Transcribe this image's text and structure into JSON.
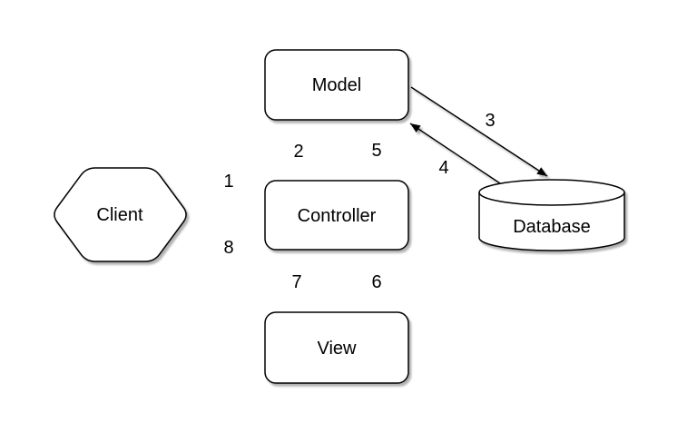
{
  "diagram": {
    "type": "flowchart",
    "colors": {
      "background": "#ffffff",
      "fill": "#ffffff",
      "stroke": "#000000",
      "text": "#000000"
    },
    "nodes": {
      "model": {
        "label": "Model",
        "shape": "rounded-rectangle"
      },
      "controller": {
        "label": "Controller",
        "shape": "rounded-rectangle"
      },
      "view": {
        "label": "View",
        "shape": "rounded-rectangle"
      },
      "client": {
        "label": "Client",
        "shape": "hexagon"
      },
      "database": {
        "label": "Database",
        "shape": "cylinder"
      }
    },
    "edges": {
      "e1": {
        "label": "1",
        "from": "client",
        "to": "controller"
      },
      "e2": {
        "label": "2",
        "from": "controller",
        "to": "model"
      },
      "e3": {
        "label": "3",
        "from": "model",
        "to": "database"
      },
      "e4": {
        "label": "4",
        "from": "database",
        "to": "model"
      },
      "e5": {
        "label": "5",
        "from": "model",
        "to": "controller"
      },
      "e6": {
        "label": "6",
        "from": "controller",
        "to": "view"
      },
      "e7": {
        "label": "7",
        "from": "view",
        "to": "controller"
      },
      "e8": {
        "label": "8",
        "from": "controller",
        "to": "client"
      }
    }
  }
}
